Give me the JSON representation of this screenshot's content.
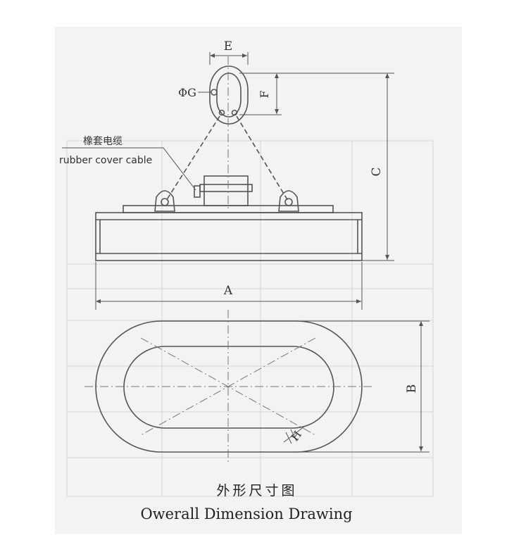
{
  "labels": {
    "dim_e": "E",
    "dim_f": "F",
    "dim_c": "C",
    "dim_a": "A",
    "dim_b": "B",
    "dim_g": "ΦG",
    "dim_h": "H",
    "cable_cn": "橡套电缆",
    "cable_en": "rubber cover cable"
  },
  "caption": {
    "cn": "外形尺寸图",
    "en": "Owerall Dimension Drawing"
  },
  "colors": {
    "line": "#555555",
    "panel": "#f2f2f4",
    "ghost": "#c8c8cc"
  }
}
